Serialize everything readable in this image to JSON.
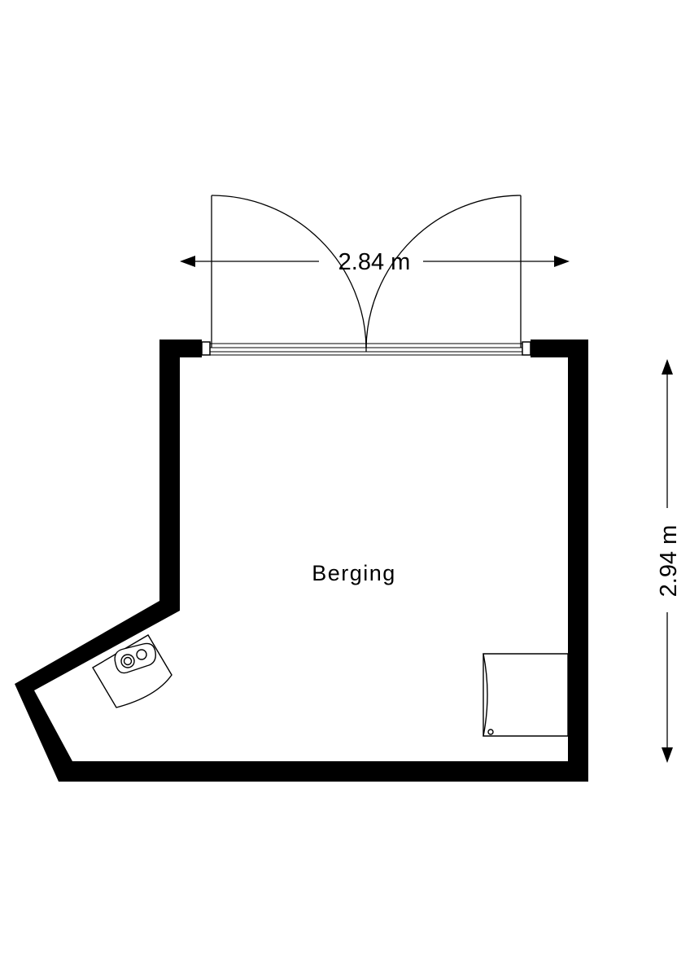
{
  "floorplan": {
    "room_name": "Berging",
    "dimensions": {
      "width": "2.84 m",
      "depth": "2.94 m"
    },
    "fixtures": [
      "double-door-icon",
      "wash-basin-icon",
      "appliance-icon"
    ],
    "colors": {
      "wall": "#000000",
      "background": "#ffffff",
      "line": "#000000"
    }
  }
}
